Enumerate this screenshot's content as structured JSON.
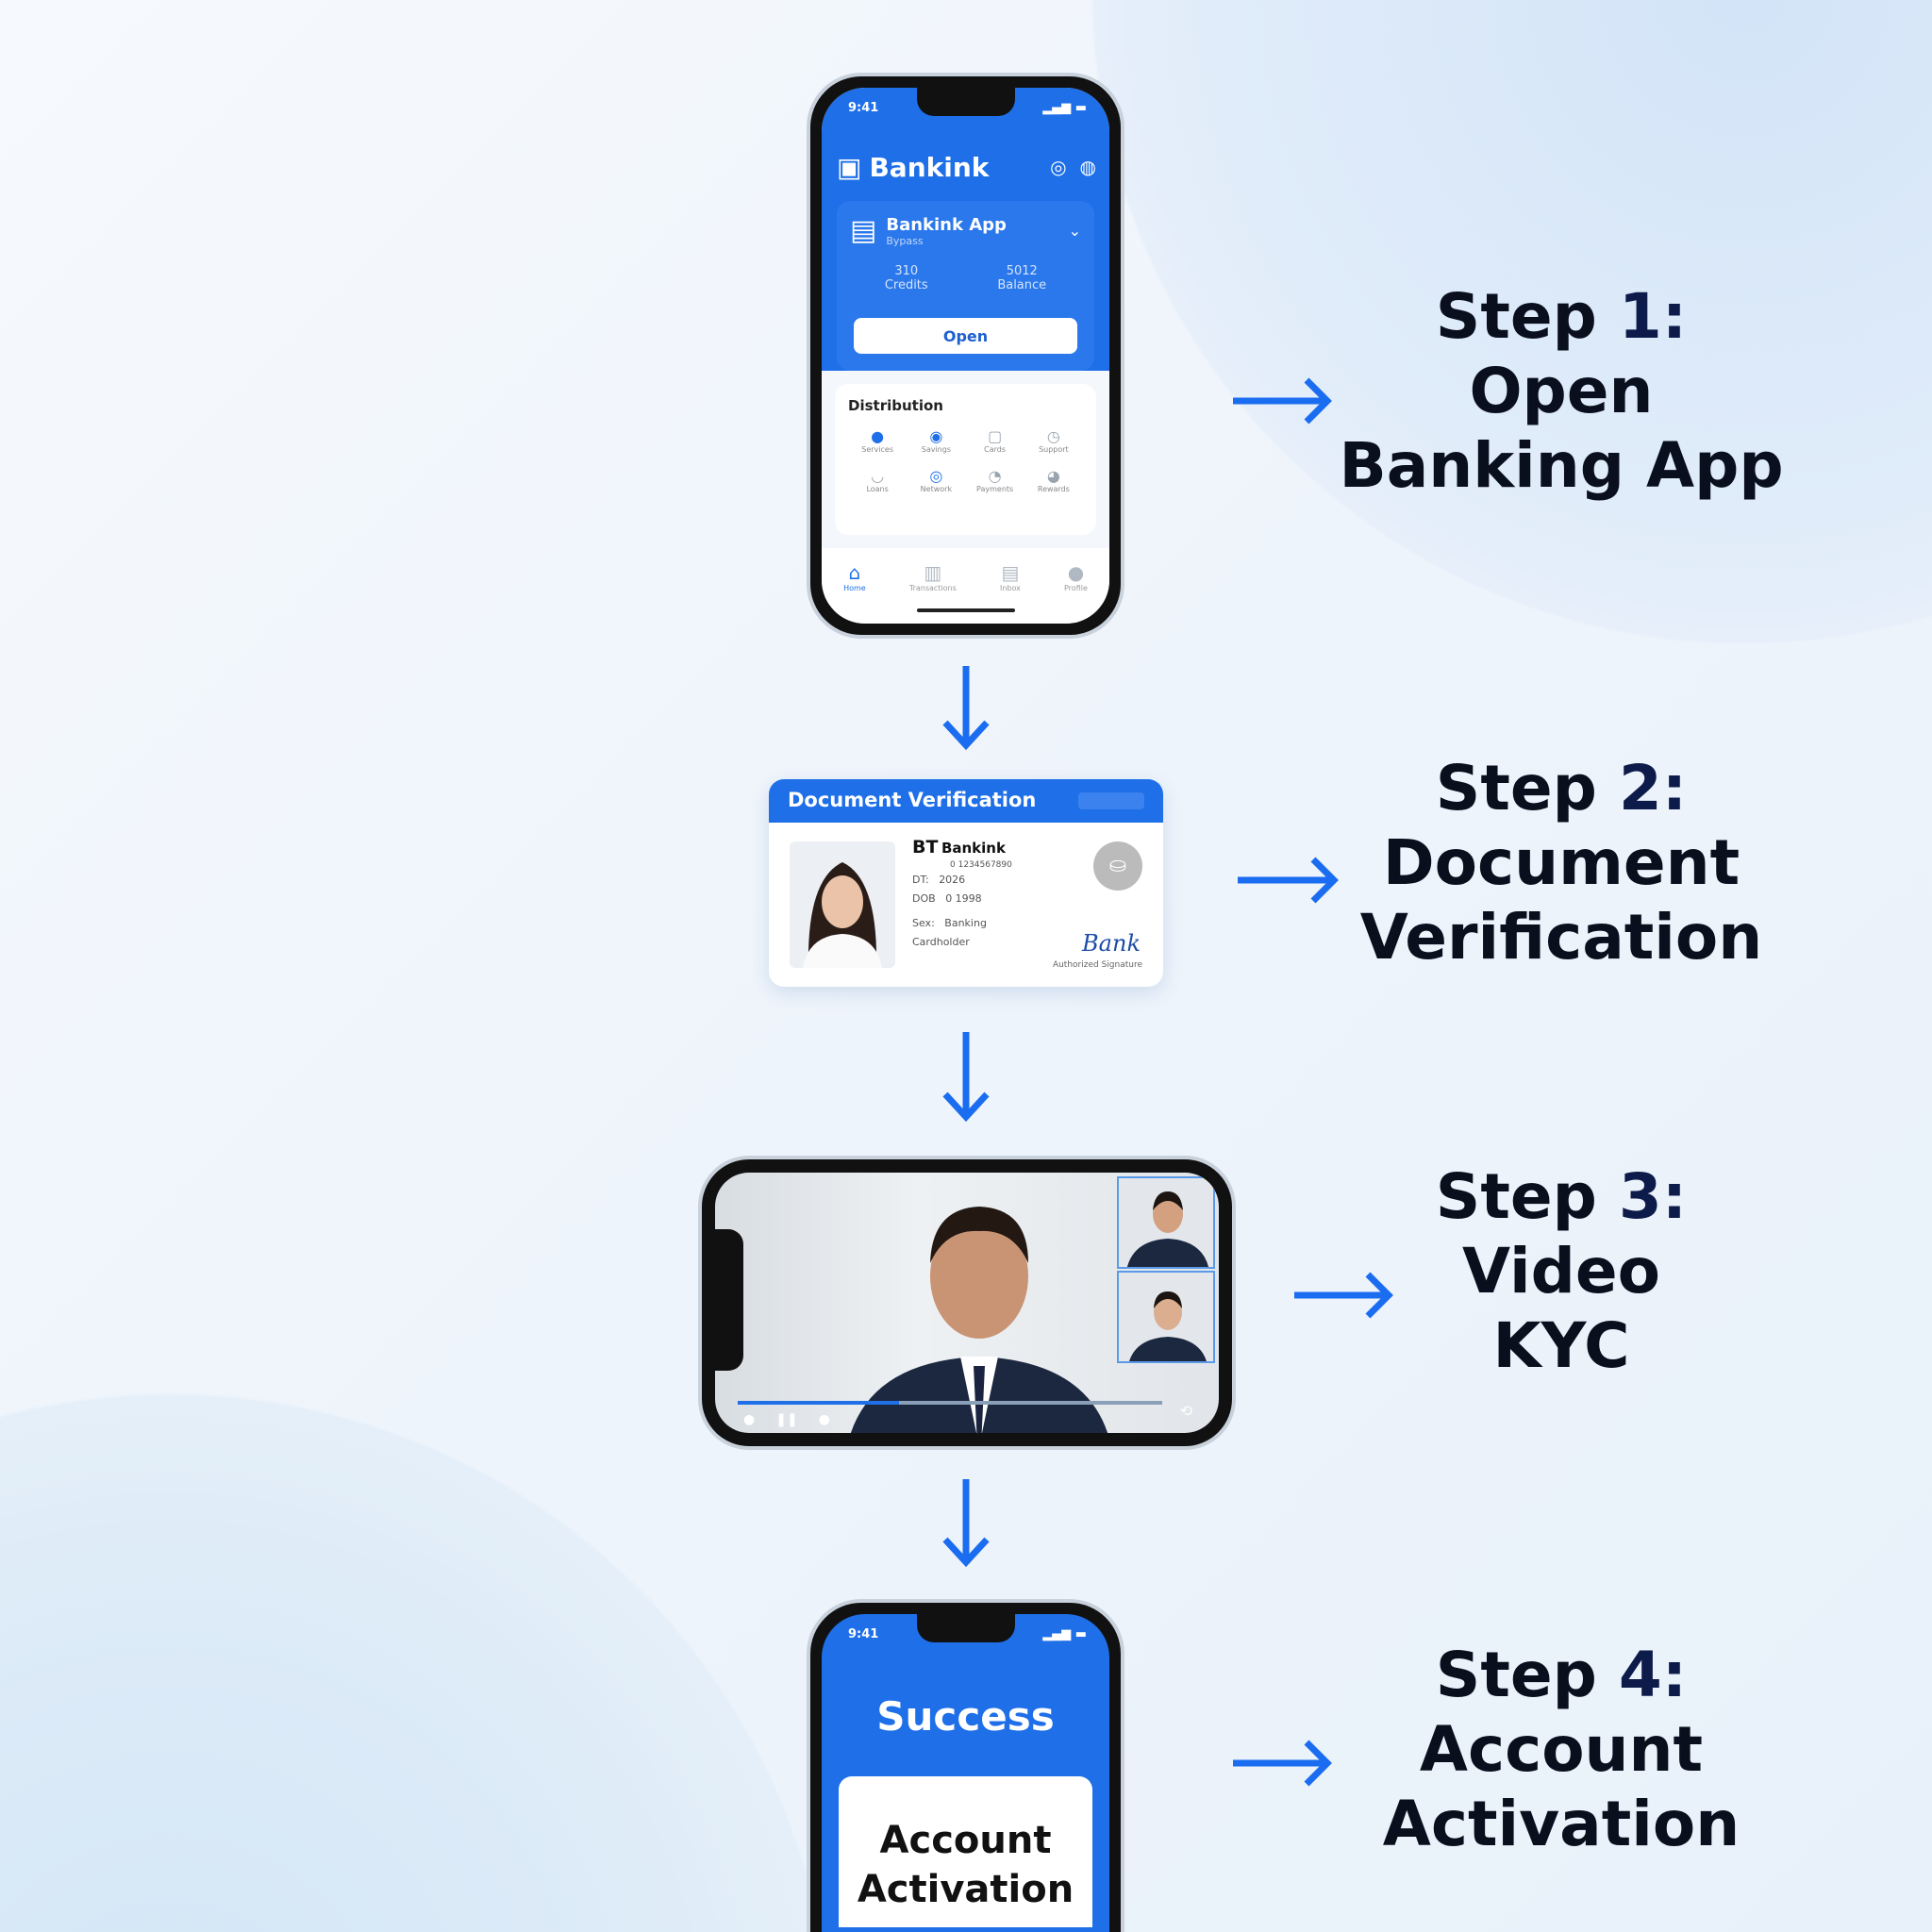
{
  "steps": [
    {
      "label": "Step",
      "num": "1:",
      "lines": [
        "Open",
        "Banking App"
      ]
    },
    {
      "label": "Step",
      "num": "2:",
      "lines": [
        "Document",
        "Verification"
      ]
    },
    {
      "label": "Step",
      "num": "3:",
      "lines": [
        "Video",
        "KYC"
      ]
    },
    {
      "label": "Step",
      "num": "4:",
      "lines": [
        "Account",
        "Activation"
      ]
    }
  ],
  "phone1": {
    "time": "9:41",
    "brand": "Bankink",
    "card_title": "Bankink App",
    "card_subtitle": "Bypass",
    "stat1": "310",
    "stat1_label": "Credits",
    "stat2": "5012",
    "stat2_label": "Balance",
    "open_button": "Open",
    "section_title": "Distribution",
    "grid": [
      "Services",
      "Savings",
      "Cards",
      "Support",
      "Loans",
      "Network",
      "Payments",
      "Rewards"
    ],
    "tabs": [
      "Home",
      "Transactions",
      "Inbox",
      "Profile"
    ]
  },
  "doc": {
    "title": "Document Verification",
    "logo": "BT",
    "bank": "Bankink",
    "idnum": "0 1234567890",
    "f1_label": "DT:",
    "f1_value": "2026",
    "f2_label": "DOB",
    "f2_value": "0 1998",
    "f3_label": "Sex:",
    "f3_value": "Banking",
    "f4": "Cardholder",
    "signature": "Bank",
    "sig_label": "Authorized Signature"
  },
  "phone4": {
    "time": "9:41",
    "success": "Success",
    "card_lines": [
      "Account",
      "Activation"
    ]
  },
  "colors": {
    "accent": "#1e6fe8",
    "arrow": "#1a6cf0"
  }
}
